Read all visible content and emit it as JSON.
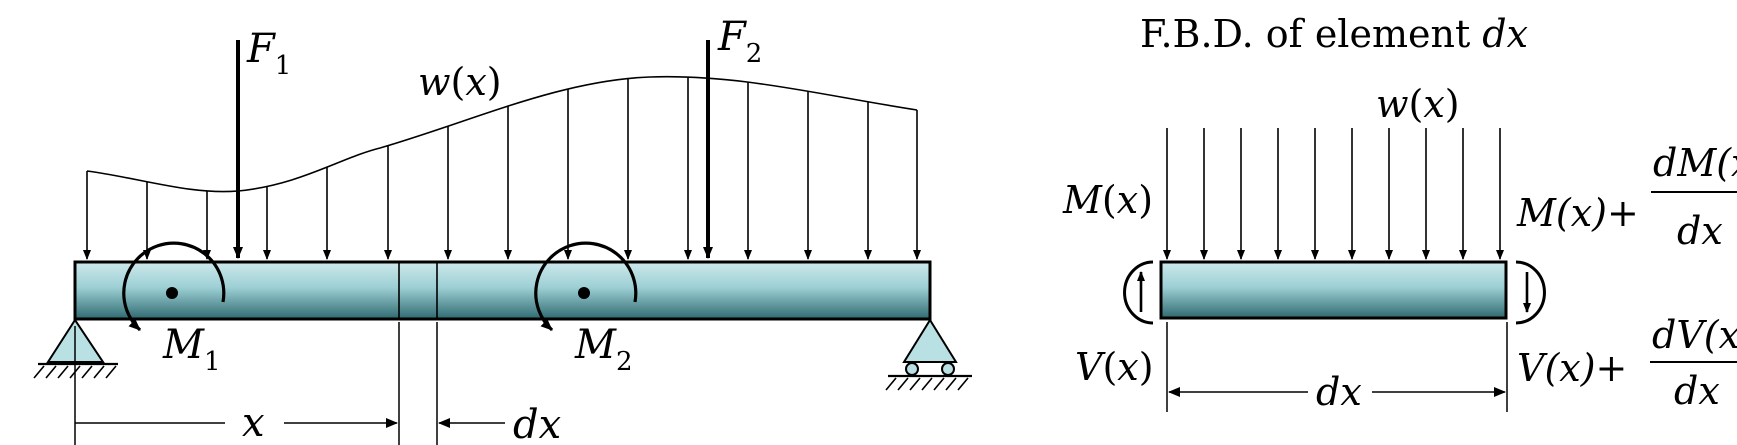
{
  "left_diagram": {
    "load_label": {
      "name": "w",
      "arg": "x"
    },
    "force1": {
      "name": "F",
      "sub": "1"
    },
    "force2": {
      "name": "F",
      "sub": "2"
    },
    "moment1": {
      "name": "M",
      "sub": "1"
    },
    "moment2": {
      "name": "M",
      "sub": "2"
    },
    "position_label": "x",
    "element_label": "dx"
  },
  "fbd": {
    "title": {
      "prefix": "F.B.D. of element ",
      "var": "dx"
    },
    "load_label": {
      "name": "w",
      "arg": "x"
    },
    "moment_left": {
      "name": "M",
      "arg": "x"
    },
    "shear_left": {
      "name": "V",
      "arg": "x"
    },
    "moment_right": {
      "base": "M(x)+",
      "num": "dM(x)",
      "den": "dx"
    },
    "shear_right": {
      "base": "V(x)+",
      "num": "dV(x)",
      "den": "dx"
    },
    "width_label": "dx"
  },
  "colors": {
    "beam_light": "#cde9ec",
    "beam_mid": "#9ccfd4",
    "beam_dark": "#2f6a70",
    "support_fill": "#b9e0e2",
    "line": "#000000"
  },
  "icons": {
    "pin_support": "triangle-pin",
    "roller_support": "triangle-roller",
    "moment_arrow": "curved-arrow"
  }
}
